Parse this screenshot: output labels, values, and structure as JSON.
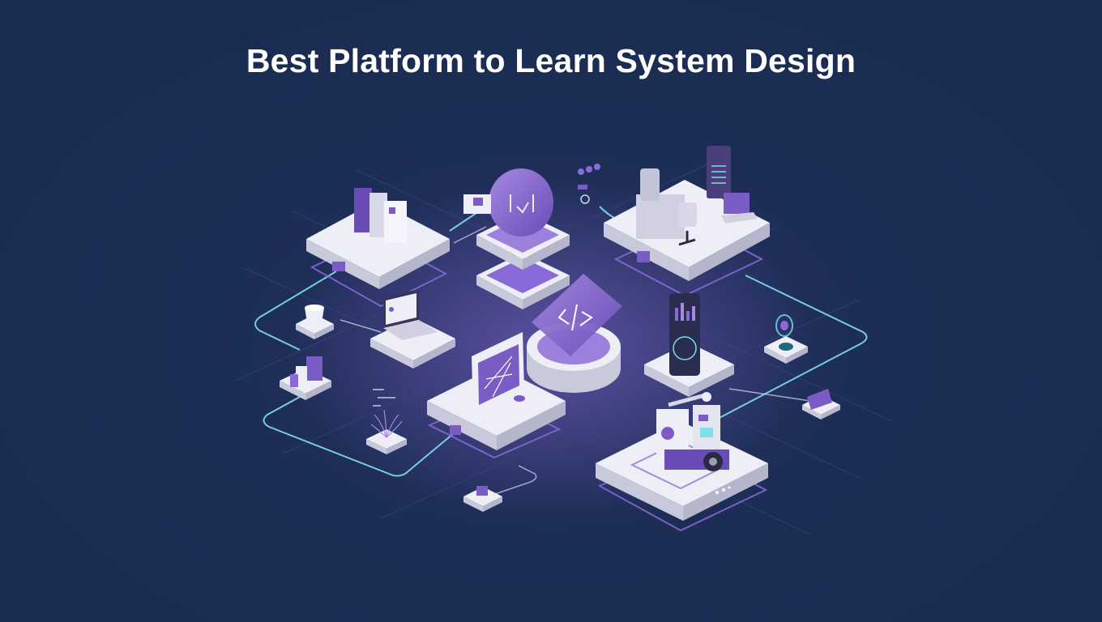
{
  "header": {
    "title": "Best Platform to Learn System Design"
  },
  "illustration": {
    "description": "Isometric network of system-design learning platforms connected by glowing lines",
    "colors": {
      "background": "#1b2d52",
      "platform_top": "#eeeef6",
      "platform_side": "#c9c9dc",
      "accent_purple": "#7b5cc4",
      "accent_purple_light": "#a58ae0",
      "connector_cyan": "#7fe0e8",
      "grid_line": "#3a4a80"
    },
    "nodes": [
      {
        "id": "documents-platform",
        "icon": "document-stack-icon"
      },
      {
        "id": "badge-platform",
        "icon": "shield-badge-icon"
      },
      {
        "id": "office-platform",
        "icon": "desk-chair-laptop-icon"
      },
      {
        "id": "coffee-node",
        "icon": "coffee-cup-icon"
      },
      {
        "id": "laptop-platform",
        "icon": "laptop-icon"
      },
      {
        "id": "books-node",
        "icon": "books-icon"
      },
      {
        "id": "code-portal",
        "icon": "code-card-icon"
      },
      {
        "id": "whiteboard-platform",
        "icon": "whiteboard-chart-icon"
      },
      {
        "id": "tablet-platform",
        "icon": "tablet-chart-icon"
      },
      {
        "id": "hologram-node",
        "icon": "hologram-icon"
      },
      {
        "id": "card-node",
        "icon": "card-icon"
      },
      {
        "id": "fountain-node",
        "icon": "data-fountain-icon"
      },
      {
        "id": "robot-platform",
        "icon": "robot-machine-icon"
      },
      {
        "id": "box-node",
        "icon": "box-icon"
      },
      {
        "id": "dashboard-widget",
        "icon": "settings-widget-icon"
      }
    ]
  }
}
